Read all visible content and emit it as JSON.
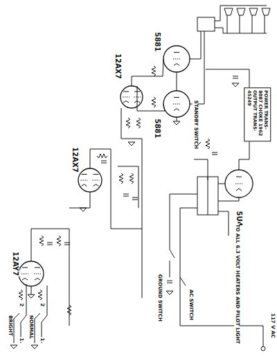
{
  "diagram": {
    "nodes": [
      {
        "text": [
          "POWER TRANS-8087 CHOKE 1962 OUTPUT TRANS-45249"
        ]
      }
    ],
    "labels": [
      "BRIGHT",
      "2",
      "1",
      "NORMAL",
      "2",
      "1",
      "12AY7",
      "12AX7",
      "12AX7",
      "5881",
      "5881",
      "STANDBY SWITCH",
      "GROUND SWITCH",
      "AC SWITCH",
      "5U4",
      "TO ALL 6.3 VOLT HEATERS AND PILOT LIGHT",
      "117 V AC"
    ]
  }
}
